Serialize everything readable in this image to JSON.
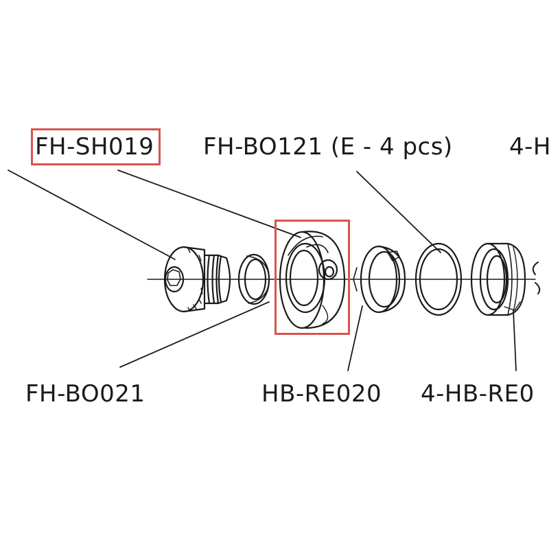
{
  "labels": {
    "fh_sh019": "FH-SH019",
    "fh_bo121": "FH-BO121 (E - 4 pcs)",
    "four_hb_top": "4-H",
    "fh_bo021": "FH-BO021",
    "hb_re020": "HB-RE020",
    "four_hb_re0": "4-HB-RE0"
  },
  "colors": {
    "highlight": "#d9534f",
    "line": "#1a1a1a",
    "text": "#1a1a1a"
  }
}
